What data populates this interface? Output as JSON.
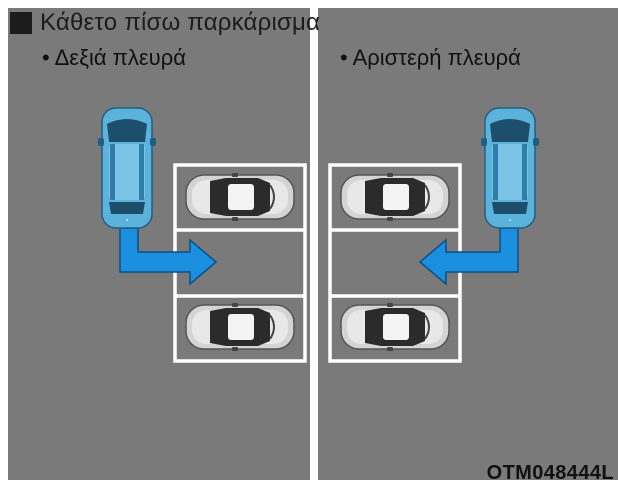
{
  "title": "Κάθετο πίσω παρκάρισμα",
  "sides": {
    "right": "• Δεξιά πλευρά",
    "left": "• Αριστερή πλευρά"
  },
  "figure_code": "OTM048444L",
  "colors": {
    "asphalt": "#7a7a7a",
    "divider": "#ffffff",
    "arrow": "#1a8fe0",
    "ego_car": "#4aa6d4",
    "parked_car": "#d9d9d9"
  },
  "icons": [
    "ego-car-icon",
    "parked-car-icon",
    "direction-arrow-icon"
  ]
}
